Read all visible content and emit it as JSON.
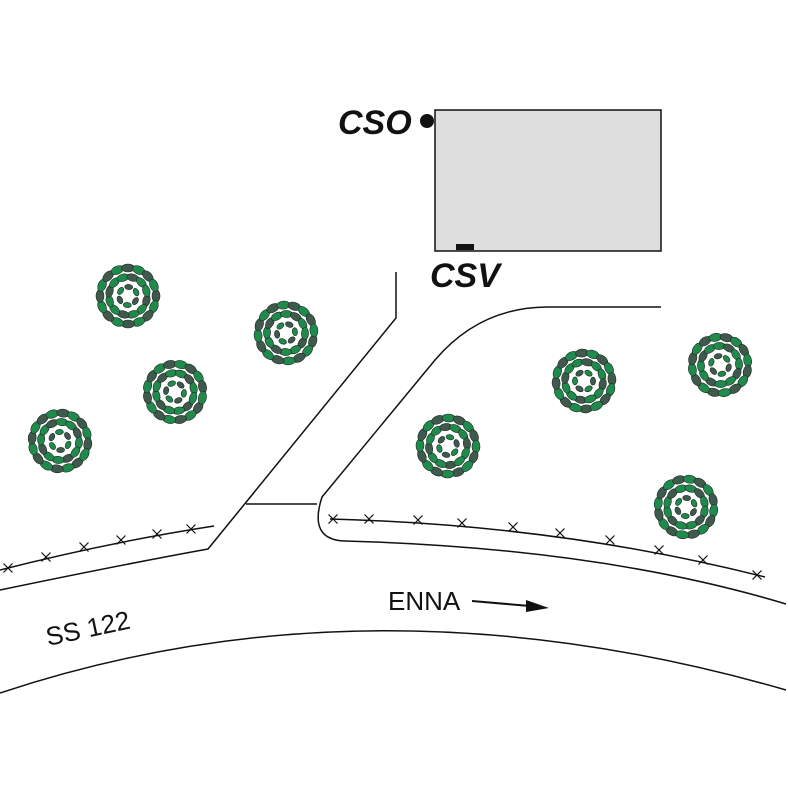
{
  "labels": {
    "cso": "CSO",
    "csv": "CSV",
    "road": "SS 122",
    "direction": "ENNA"
  },
  "colors": {
    "building_fill": "#dedede",
    "tree_dark": "#3f5a4c",
    "tree_green": "#1f8a4c",
    "ink": "#111111"
  },
  "icons": {
    "tree": "tree-icon",
    "fence": "fence-cross-icon",
    "arrow": "arrow-right-icon"
  }
}
